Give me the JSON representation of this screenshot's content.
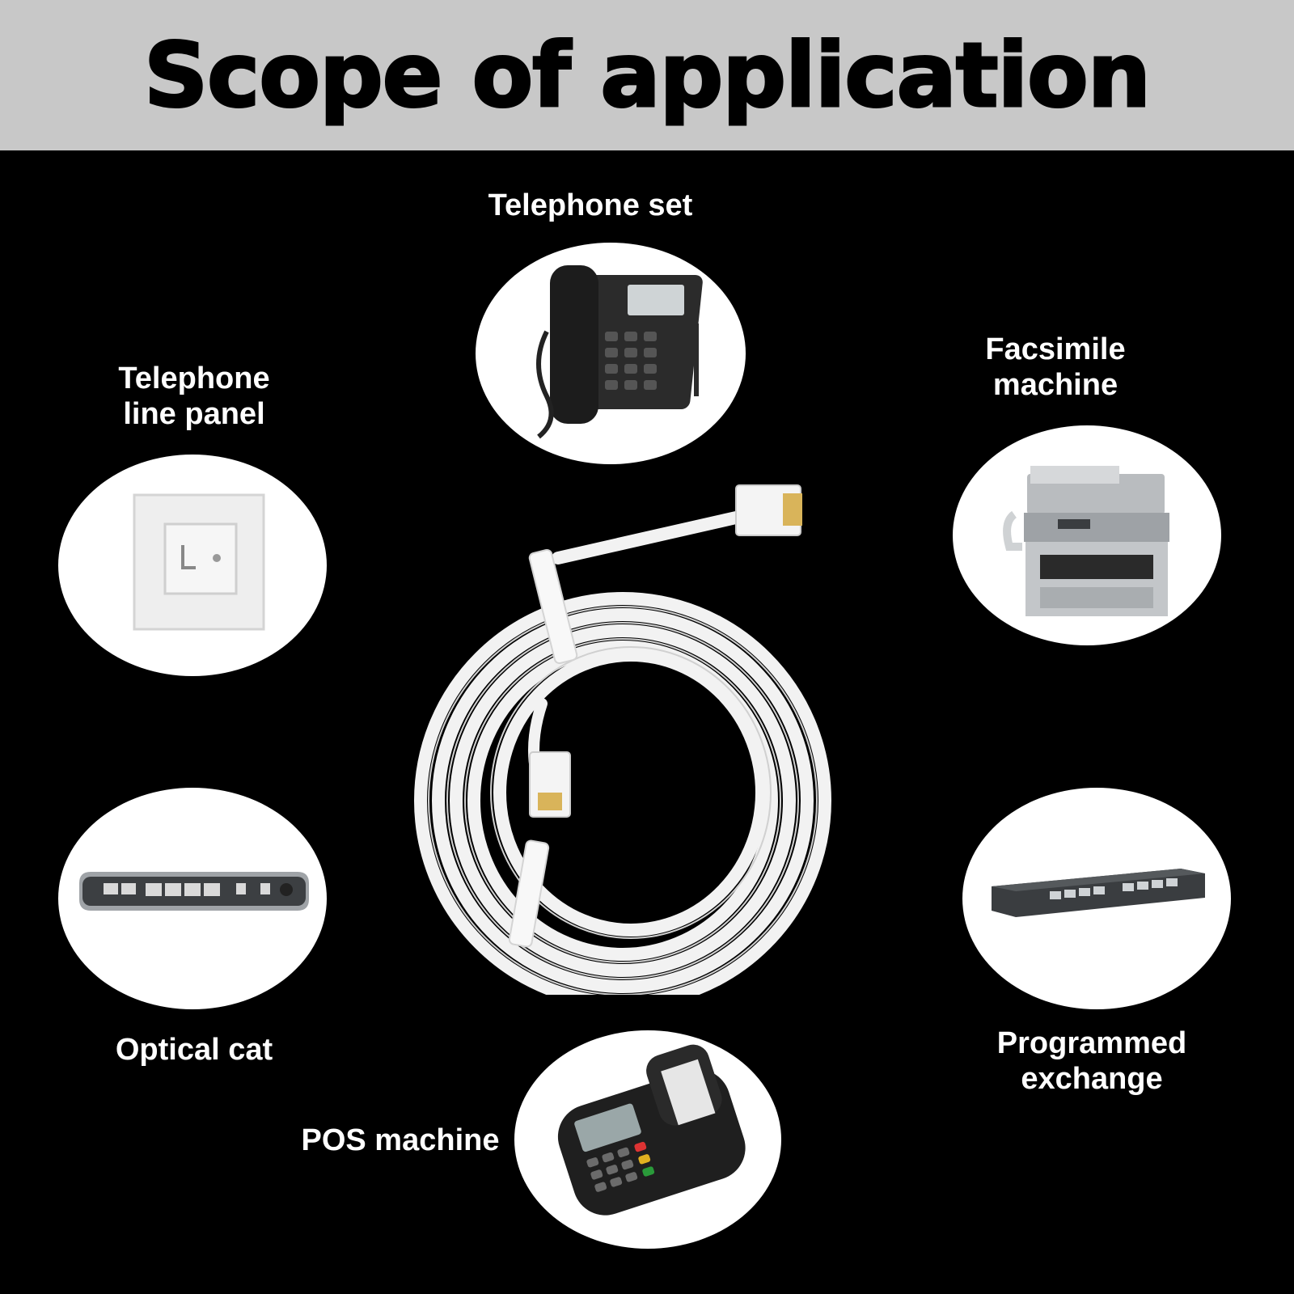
{
  "header": {
    "title": "Scope of application"
  },
  "applications": {
    "telephone_set": {
      "lines": [
        "Telephone set"
      ]
    },
    "facsimile_machine": {
      "lines": [
        "Facsimile",
        "machine"
      ]
    },
    "telephone_line_panel": {
      "lines": [
        "Telephone",
        "line panel"
      ]
    },
    "optical_cat": {
      "lines": [
        "Optical cat"
      ]
    },
    "programmed_exchange": {
      "lines": [
        "Programmed",
        "exchange"
      ]
    },
    "pos_machine": {
      "lines": [
        "POS machine"
      ]
    }
  },
  "colors": {
    "background": "#000000",
    "header": "#c8c8c8",
    "text": "#ffffff",
    "bubble": "#ffffff"
  }
}
